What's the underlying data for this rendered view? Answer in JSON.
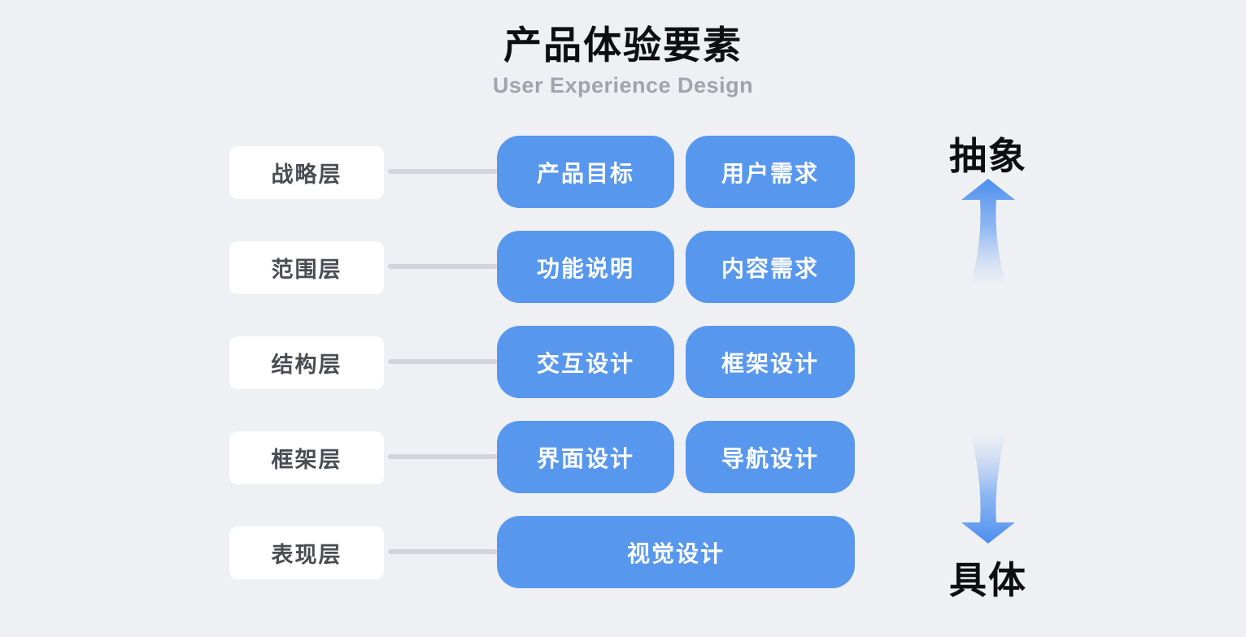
{
  "title": "产品体验要素",
  "subtitle": "User Experience Design",
  "colors": {
    "background": "#eef0f4",
    "box_blue": "#5897ee",
    "box_text": "#ffffff",
    "label_bg": "#ffffff",
    "label_text": "#4b4c53",
    "connector": "#d2d4d9",
    "title_text": "#0e0f12",
    "subtitle_text": "#a2a3ab",
    "arrow_blue": "#4b8def"
  },
  "layers": [
    {
      "label": "战略层",
      "items": [
        "产品目标",
        "用户需求"
      ]
    },
    {
      "label": "范围层",
      "items": [
        "功能说明",
        "内容需求"
      ]
    },
    {
      "label": "结构层",
      "items": [
        "交互设计",
        "框架设计"
      ]
    },
    {
      "label": "框架层",
      "items": [
        "界面设计",
        "导航设计"
      ]
    },
    {
      "label": "表现层",
      "items": [
        "视觉设计"
      ]
    }
  ],
  "axis": {
    "top_label": "抽象",
    "bottom_label": "具体"
  }
}
